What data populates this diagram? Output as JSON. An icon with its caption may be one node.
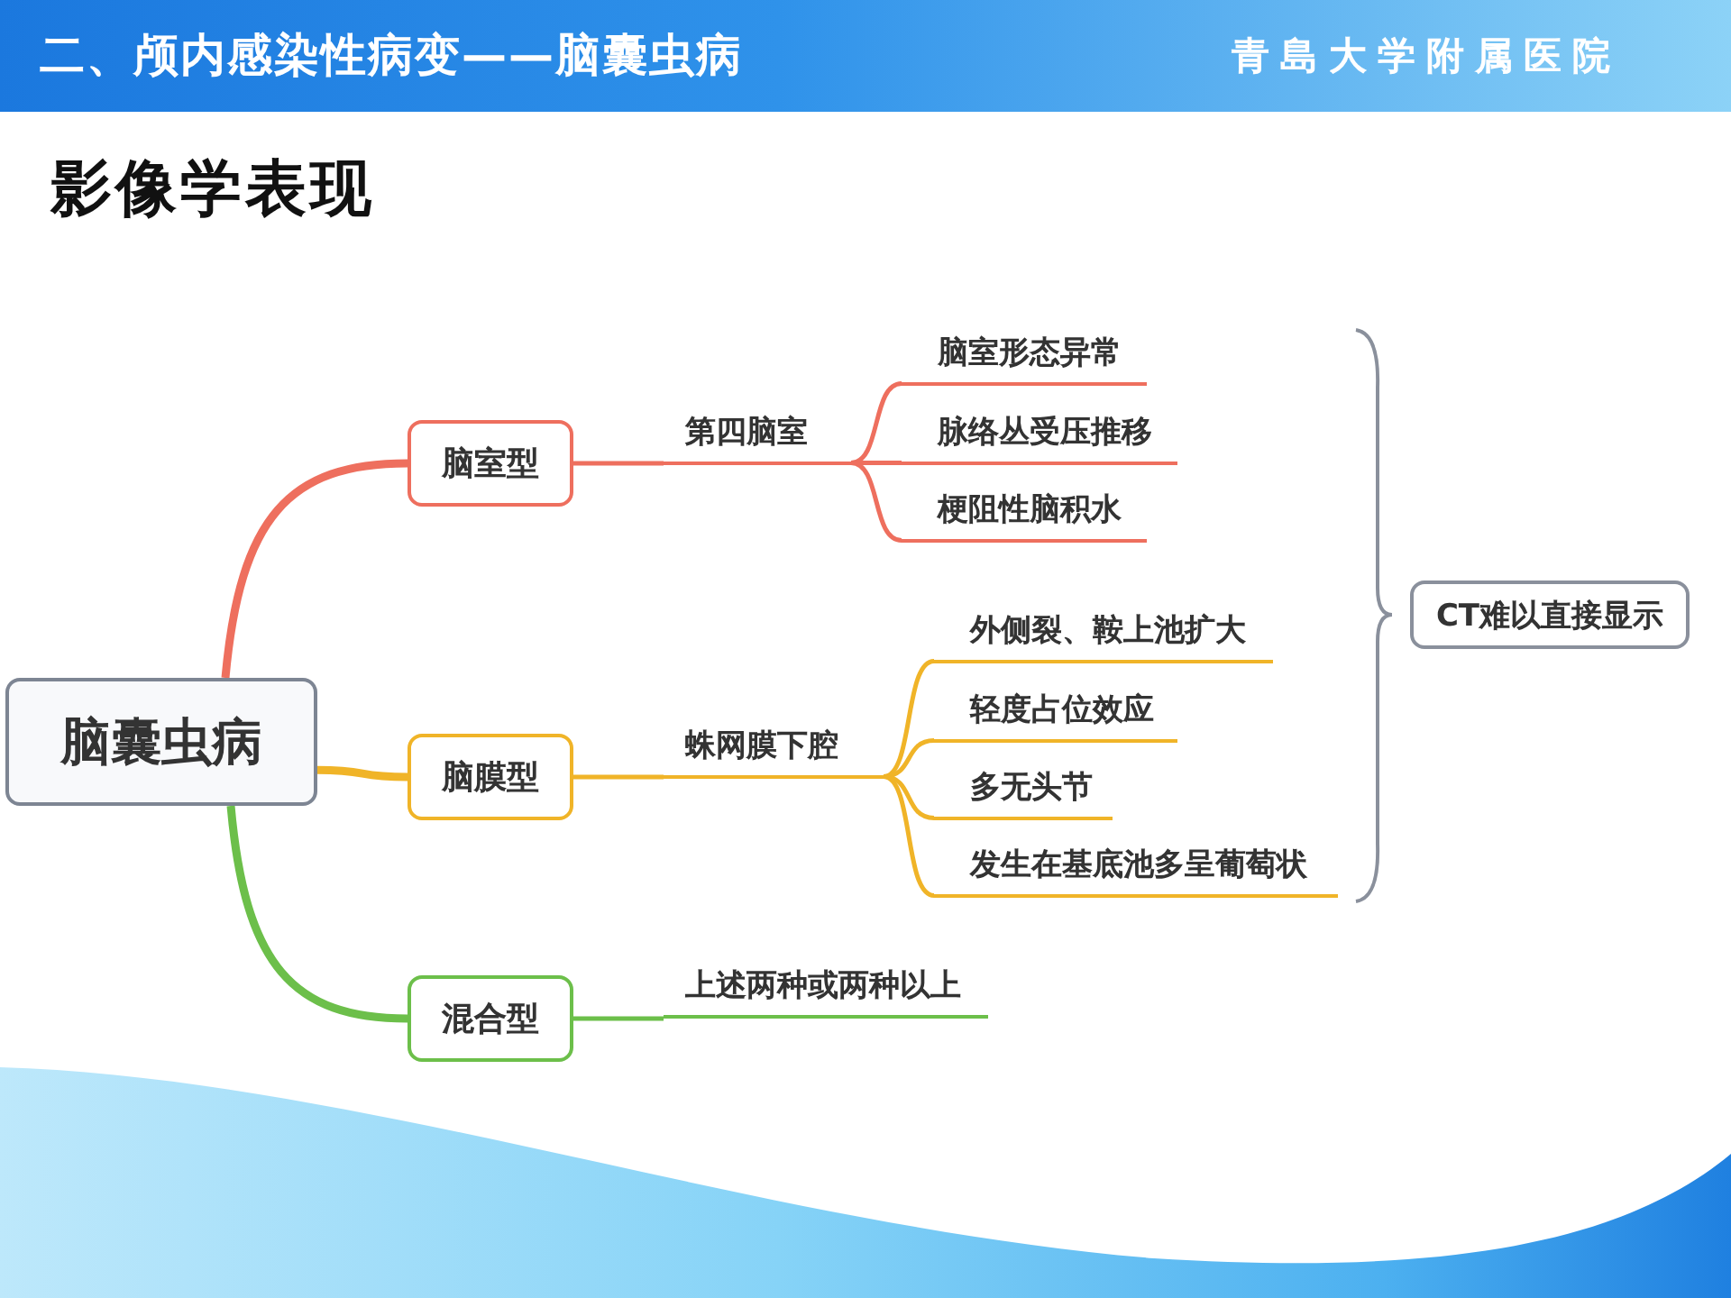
{
  "diagram": {
    "title": "二、颅内感染性病变——脑囊虫病",
    "nodes": [
      {
        "text": [
          "脑囊虫病"
        ]
      },
      {
        "text": [
          "脑室型"
        ]
      },
      {
        "text": [
          "脑膜型"
        ]
      },
      {
        "text": [
          "混合型"
        ]
      },
      {
        "text": [
          "第四脑室"
        ]
      },
      {
        "text": [
          "脑室形态异常"
        ]
      },
      {
        "text": [
          "脉络丛受压推移"
        ]
      },
      {
        "text": [
          "梗阻性脑积水"
        ]
      },
      {
        "text": [
          "蛛网膜下腔"
        ]
      },
      {
        "text": [
          "外侧裂、鞍上池扩大"
        ]
      },
      {
        "text": [
          "轻度占位效应"
        ]
      },
      {
        "text": [
          "多无头节"
        ]
      },
      {
        "text": [
          "发生在基底池多呈葡萄状"
        ]
      },
      {
        "text": [
          "上述两种或两种以上"
        ]
      },
      {
        "text": [
          "CT难以直接显示"
        ]
      }
    ],
    "edges": [
      {
        "from": 0,
        "to": 1,
        "arrow": "none",
        "style": "thick",
        "color": "#ee6f5e"
      },
      {
        "from": 0,
        "to": 2,
        "arrow": "none",
        "style": "thick"
      },
      {
        "from": 0,
        "to": 3,
        "arrow": "none",
        "style": "thick",
        "color": "#6cbf4a"
      },
      {
        "from": 1,
        "to": 4,
        "arrow": "none",
        "color": "#ee6f5e"
      },
      {
        "from": 4,
        "to": 5,
        "arrow": "none",
        "color": "#ee6f5e"
      },
      {
        "from": 4,
        "to": 6,
        "arrow": "none",
        "color": "#ee6f5e"
      },
      {
        "from": 4,
        "to": 7,
        "arrow": "none",
        "color": "#ee6f5e"
      },
      {
        "from": 2,
        "to": 8,
        "arrow": "none"
      },
      {
        "from": 8,
        "to": 9,
        "arrow": "none"
      },
      {
        "from": 8,
        "to": 10,
        "arrow": "none"
      },
      {
        "from": 8,
        "to": 11,
        "arrow": "none"
      },
      {
        "from": 8,
        "to": 12,
        "arrow": "none"
      },
      {
        "from": 3,
        "to": 13,
        "arrow": "none",
        "color": "#6cbf4a"
      }
    ],
    "labels": [
      "青島大学附属医院",
      "影像学表现"
    ]
  }
}
